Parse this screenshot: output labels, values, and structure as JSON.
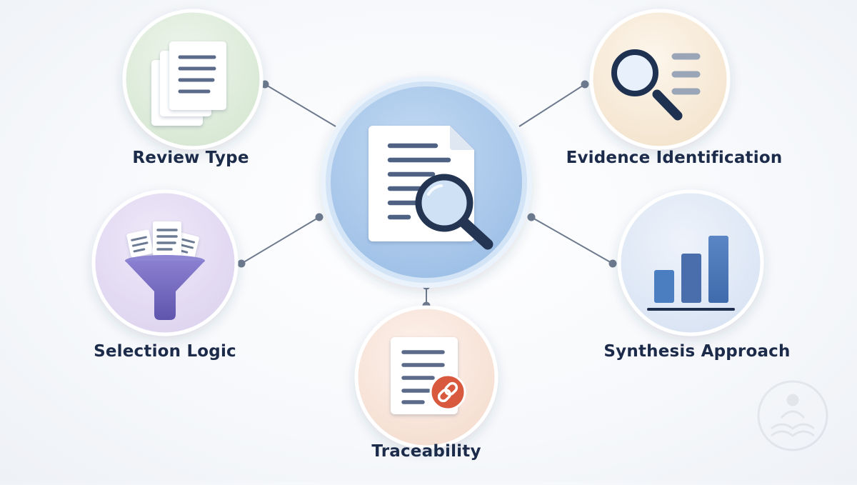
{
  "nodes": {
    "review_type": {
      "label": "Review Type",
      "icon": "stacked-documents-icon",
      "color": "#dbead8"
    },
    "evidence_identification": {
      "label": "Evidence Identification",
      "icon": "magnifier-list-icon",
      "color": "#f6ead6"
    },
    "selection_logic": {
      "label": "Selection Logic",
      "icon": "funnel-icon",
      "color": "#e3dcf2"
    },
    "synthesis_approach": {
      "label": "Synthesis Approach",
      "icon": "bar-chart-icon",
      "color": "#dde7f5"
    },
    "traceability": {
      "label": "Traceability",
      "icon": "document-link-icon",
      "color": "#f8e2d6"
    },
    "center": {
      "icon": "document-search-icon",
      "color": "#a9c8ec"
    }
  }
}
